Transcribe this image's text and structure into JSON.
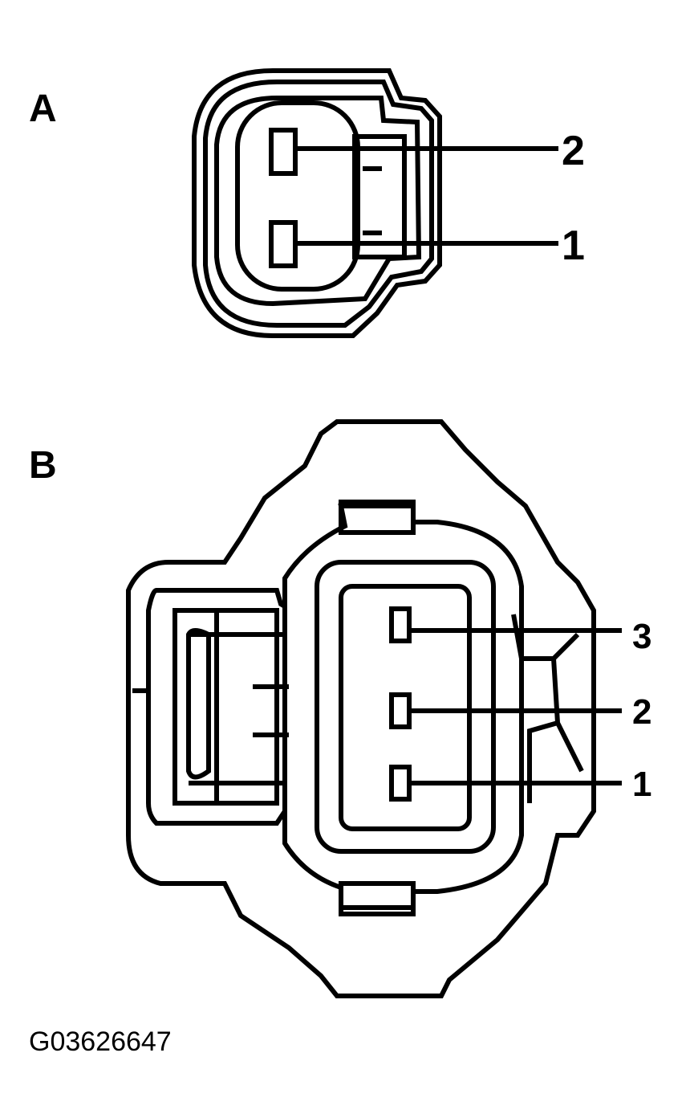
{
  "connectors": [
    {
      "id": "A",
      "label": "A",
      "pins": [
        {
          "number": "2",
          "label": "2"
        },
        {
          "number": "1",
          "label": "1"
        }
      ]
    },
    {
      "id": "B",
      "label": "B",
      "pins": [
        {
          "number": "3",
          "label": "3"
        },
        {
          "number": "2",
          "label": "2"
        },
        {
          "number": "1",
          "label": "1"
        }
      ]
    }
  ],
  "figure_id": "G03626647",
  "colors": {
    "line": "#000000",
    "background": "#ffffff"
  }
}
